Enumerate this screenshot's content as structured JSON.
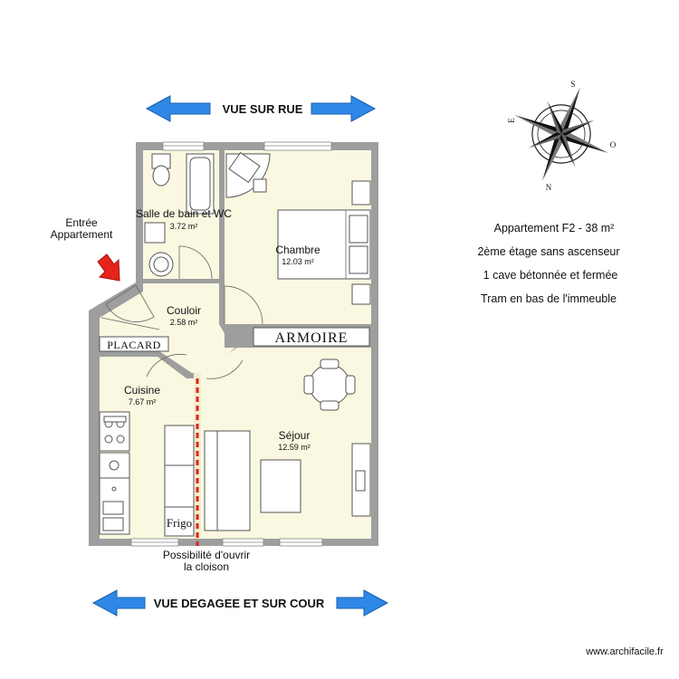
{
  "top_view": "VUE SUR RUE",
  "bottom_view": "VUE DEGAGEE ET SUR COUR",
  "entry": {
    "line1": "Entrée",
    "line2": "Appartement"
  },
  "rooms": {
    "bathroom": {
      "name": "Salle de bain et WC",
      "area": "3.72 m²"
    },
    "bedroom": {
      "name": "Chambre",
      "area": "12.03 m²"
    },
    "corridor": {
      "name": "Couloir",
      "area": "2.58 m²"
    },
    "kitchen": {
      "name": "Cuisine",
      "area": "7.67 m²"
    },
    "living": {
      "name": "Séjour",
      "area": "12.59 m²"
    }
  },
  "labels": {
    "armoire": "ARMOIRE",
    "placard": "PLACARD",
    "frigo": "Frigo"
  },
  "partition_note": {
    "line1": "Possibilité d'ouvrir",
    "line2": "la cloison"
  },
  "info": [
    "Appartement F2 - 38 m²",
    "2ème étage sans ascenseur",
    "1 cave bétonnée et fermée",
    "Tram en bas de l'immeuble"
  ],
  "compass": {
    "n1": "S",
    "e": "O",
    "s": "N",
    "w": "E"
  },
  "watermark": "www.archifacile.fr",
  "colors": {
    "arrow": "#2f88e6",
    "arrow_stroke": "#1a5fb0",
    "entry_arrow": "#e8231b",
    "wall": "#9e9e9e",
    "floor": "#fbf8e1",
    "partition": "#d9231c"
  }
}
